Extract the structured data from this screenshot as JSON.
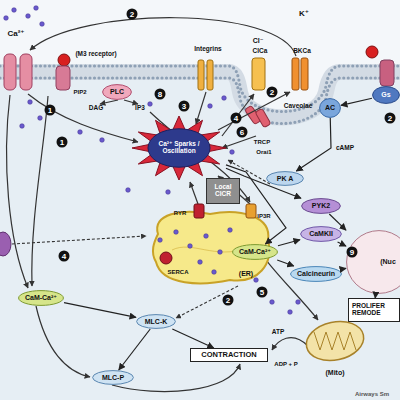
{
  "diagram": {
    "nodes": [
      {
        "text": [
          "PLC"
        ]
      },
      {
        "text": [
          "Gs"
        ]
      },
      {
        "text": [
          "AC"
        ]
      },
      {
        "text": [
          "Ca²⁺ Sparks / Oscillation"
        ]
      },
      {
        "text": [
          "PK A"
        ]
      },
      {
        "text": [
          "PYK2"
        ]
      },
      {
        "text": [
          "Local CICR"
        ]
      },
      {
        "text": [
          "(ER)"
        ]
      },
      {
        "text": [
          "CaM-Ca²⁺"
        ]
      },
      {
        "text": [
          "CaMKII"
        ]
      },
      {
        "text": [
          "Calcineurin"
        ]
      },
      {
        "text": [
          "(Nuc"
        ]
      },
      {
        "text": [
          "PROLIFER REMODE"
        ]
      },
      {
        "text": [
          "CaM-Ca²⁺"
        ]
      },
      {
        "text": [
          "MLC-K"
        ]
      },
      {
        "text": [
          "(Mito)"
        ]
      },
      {
        "text": [
          "CONTRACTION"
        ]
      },
      {
        "text": [
          "MLC-P"
        ]
      }
    ],
    "edges": [
      {
        "from": 1,
        "to": 2,
        "arrow": "to"
      },
      {
        "from": 2,
        "to": 4,
        "label": "cAMP",
        "arrow": "to"
      },
      {
        "from": 3,
        "to": 5,
        "arrow": "to"
      },
      {
        "from": 3,
        "to": 8,
        "arrow": "to"
      },
      {
        "from": 8,
        "to": 9,
        "arrow": "to"
      },
      {
        "from": 8,
        "to": 10,
        "arrow": "to"
      },
      {
        "from": 9,
        "to": 11,
        "arrow": "to"
      },
      {
        "from": 10,
        "to": 11,
        "arrow": "to"
      },
      {
        "from": 5,
        "to": 11,
        "arrow": "to"
      },
      {
        "from": 11,
        "to": 12,
        "arrow": "to"
      },
      {
        "from": 13,
        "to": 14,
        "arrow": "to"
      },
      {
        "from": 14,
        "to": 16,
        "arrow": "to"
      },
      {
        "from": 14,
        "to": 17,
        "arrow": "to"
      }
    ],
    "labels": [
      "Ca²⁺",
      "2",
      "K⁺",
      "(M3 receptor)",
      "Integrins",
      "Cl⁻",
      "ClCa",
      "BKCa",
      "PIP2",
      "DAG",
      "IP3",
      "8",
      "1",
      "1",
      "3",
      "4",
      "2",
      "Caveolae",
      "6",
      "TRCP",
      "Orai1",
      "2",
      "RYR",
      "IP3R",
      "SERCA",
      "4",
      "5",
      "2",
      "9",
      "ATP",
      "ADP + P",
      "Airways Sm"
    ]
  }
}
